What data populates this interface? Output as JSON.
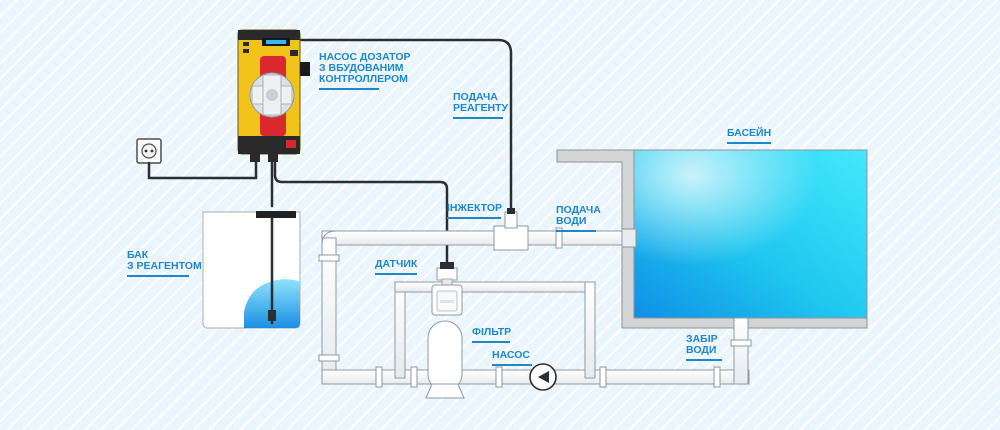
{
  "labels": {
    "pump": [
      "НАСОС ДОЗАТОР",
      "З ВБУДОВАНИМ",
      "КОНТРОЛЛЕРОМ"
    ],
    "reagent_feed": [
      "ПОДАЧА",
      "РЕАГЕНТУ"
    ],
    "pool": "БАСЕЙН",
    "injector": "ІНЖЕКТОР",
    "water_feed": [
      "ПОДАЧА",
      "ВОДИ"
    ],
    "tank": [
      "БАК",
      "З РЕАГЕНТОМ"
    ],
    "sensor": "ДАТЧИК",
    "filter": "ФІЛЬТР",
    "pump_circ": "НАСОС",
    "water_intake": [
      "ЗАБІР",
      "ВОДИ"
    ]
  },
  "colors": {
    "label": "#1f86c9",
    "pipe": "#ffffff",
    "pipe_edge": "#8e9aa3",
    "cable": "#2a2f33",
    "pump_body": "#f2c31b",
    "pump_head": "#d9282e",
    "water": "#2ad6f4",
    "water_deep": "#0f8fe6"
  },
  "icons": [
    "socket-icon",
    "dosing-pump-icon",
    "pool-icon",
    "tank-icon",
    "filter-icon",
    "pump-icon",
    "injector-icon",
    "sensor-icon"
  ]
}
